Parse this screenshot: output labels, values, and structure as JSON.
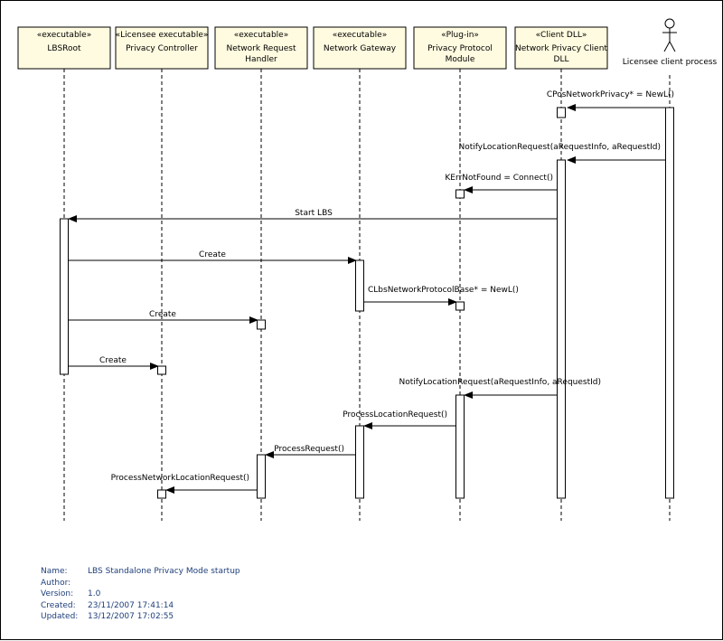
{
  "participants": [
    {
      "id": "lbsroot",
      "stereotype": "«executable»",
      "name": [
        "LBSRoot"
      ]
    },
    {
      "id": "privctrl",
      "stereotype": "«Licensee executable»",
      "name": [
        "Privacy Controller"
      ]
    },
    {
      "id": "nrh",
      "stereotype": "«executable»",
      "name": [
        "Network Request",
        "Handler"
      ]
    },
    {
      "id": "ngw",
      "stereotype": "«executable»",
      "name": [
        "Network Gateway"
      ]
    },
    {
      "id": "ppm",
      "stereotype": "«Plug-in»",
      "name": [
        "Privacy Protocol",
        "Module"
      ]
    },
    {
      "id": "npc",
      "stereotype": "«Client DLL»",
      "name": [
        "Network Privacy Client",
        "DLL"
      ]
    }
  ],
  "actor": {
    "name": "Licensee client process"
  },
  "messages": [
    {
      "from": "actor",
      "to": "npc",
      "label": "CPosNetworkPrivacy* = NewL()"
    },
    {
      "from": "actor",
      "to": "npc",
      "label": "NotifyLocationRequest(aRequestInfo, aRequestId)"
    },
    {
      "from": "npc",
      "to": "ppm",
      "label": "KErrNotFound = Connect()"
    },
    {
      "from": "npc",
      "to": "lbsroot",
      "label": "Start LBS"
    },
    {
      "from": "lbsroot",
      "to": "ngw",
      "label": "Create"
    },
    {
      "from": "ngw",
      "to": "ppm",
      "label": "CLbsNetworkProtocolBase* = NewL()"
    },
    {
      "from": "lbsroot",
      "to": "nrh",
      "label": "Create"
    },
    {
      "from": "lbsroot",
      "to": "privctrl",
      "label": "Create"
    },
    {
      "from": "npc",
      "to": "ppm",
      "label": "NotifyLocationRequest(aRequestInfo, aRequestId)"
    },
    {
      "from": "ppm",
      "to": "ngw",
      "label": "ProcessLocationRequest()"
    },
    {
      "from": "ngw",
      "to": "nrh",
      "label": "ProcessRequest()"
    },
    {
      "from": "nrh",
      "to": "privctrl",
      "label": "ProcessNetworkLocationRequest()"
    }
  ],
  "metadata": [
    {
      "key": "Name:",
      "value": "LBS Standalone Privacy Mode startup"
    },
    {
      "key": "Author:",
      "value": ""
    },
    {
      "key": "Version:",
      "value": "1.0"
    },
    {
      "key": "Created:",
      "value": "23/11/2007 17:41:14"
    },
    {
      "key": "Updated:",
      "value": "13/12/2007 17:02:55"
    }
  ],
  "colors": {
    "box_fill": "#fffbe0",
    "meta_text": "#1f3f7a",
    "line": "#000000"
  }
}
